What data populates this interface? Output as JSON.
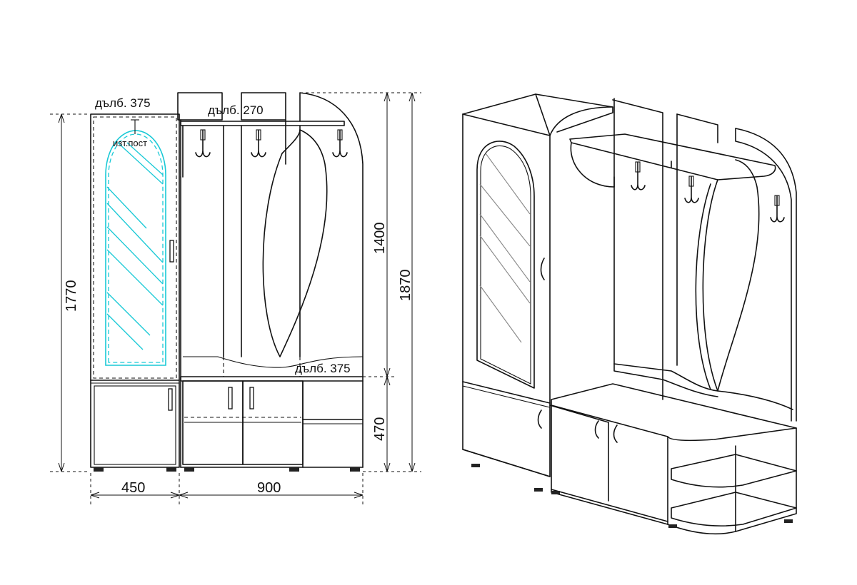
{
  "labels": {
    "depth_top_left": "дълб. 375",
    "depth_top_mid": "дълб. 270",
    "depth_bottom": "дълб. 375",
    "fixed_shelf": "изт.пост",
    "height_left": "1770",
    "height_right_total": "1870",
    "height_upper": "1400",
    "height_lower": "470",
    "width_left": "450",
    "width_right": "900"
  },
  "colors": {
    "line": "#111111",
    "mirror": "#19c9d6",
    "background": "#ffffff"
  }
}
